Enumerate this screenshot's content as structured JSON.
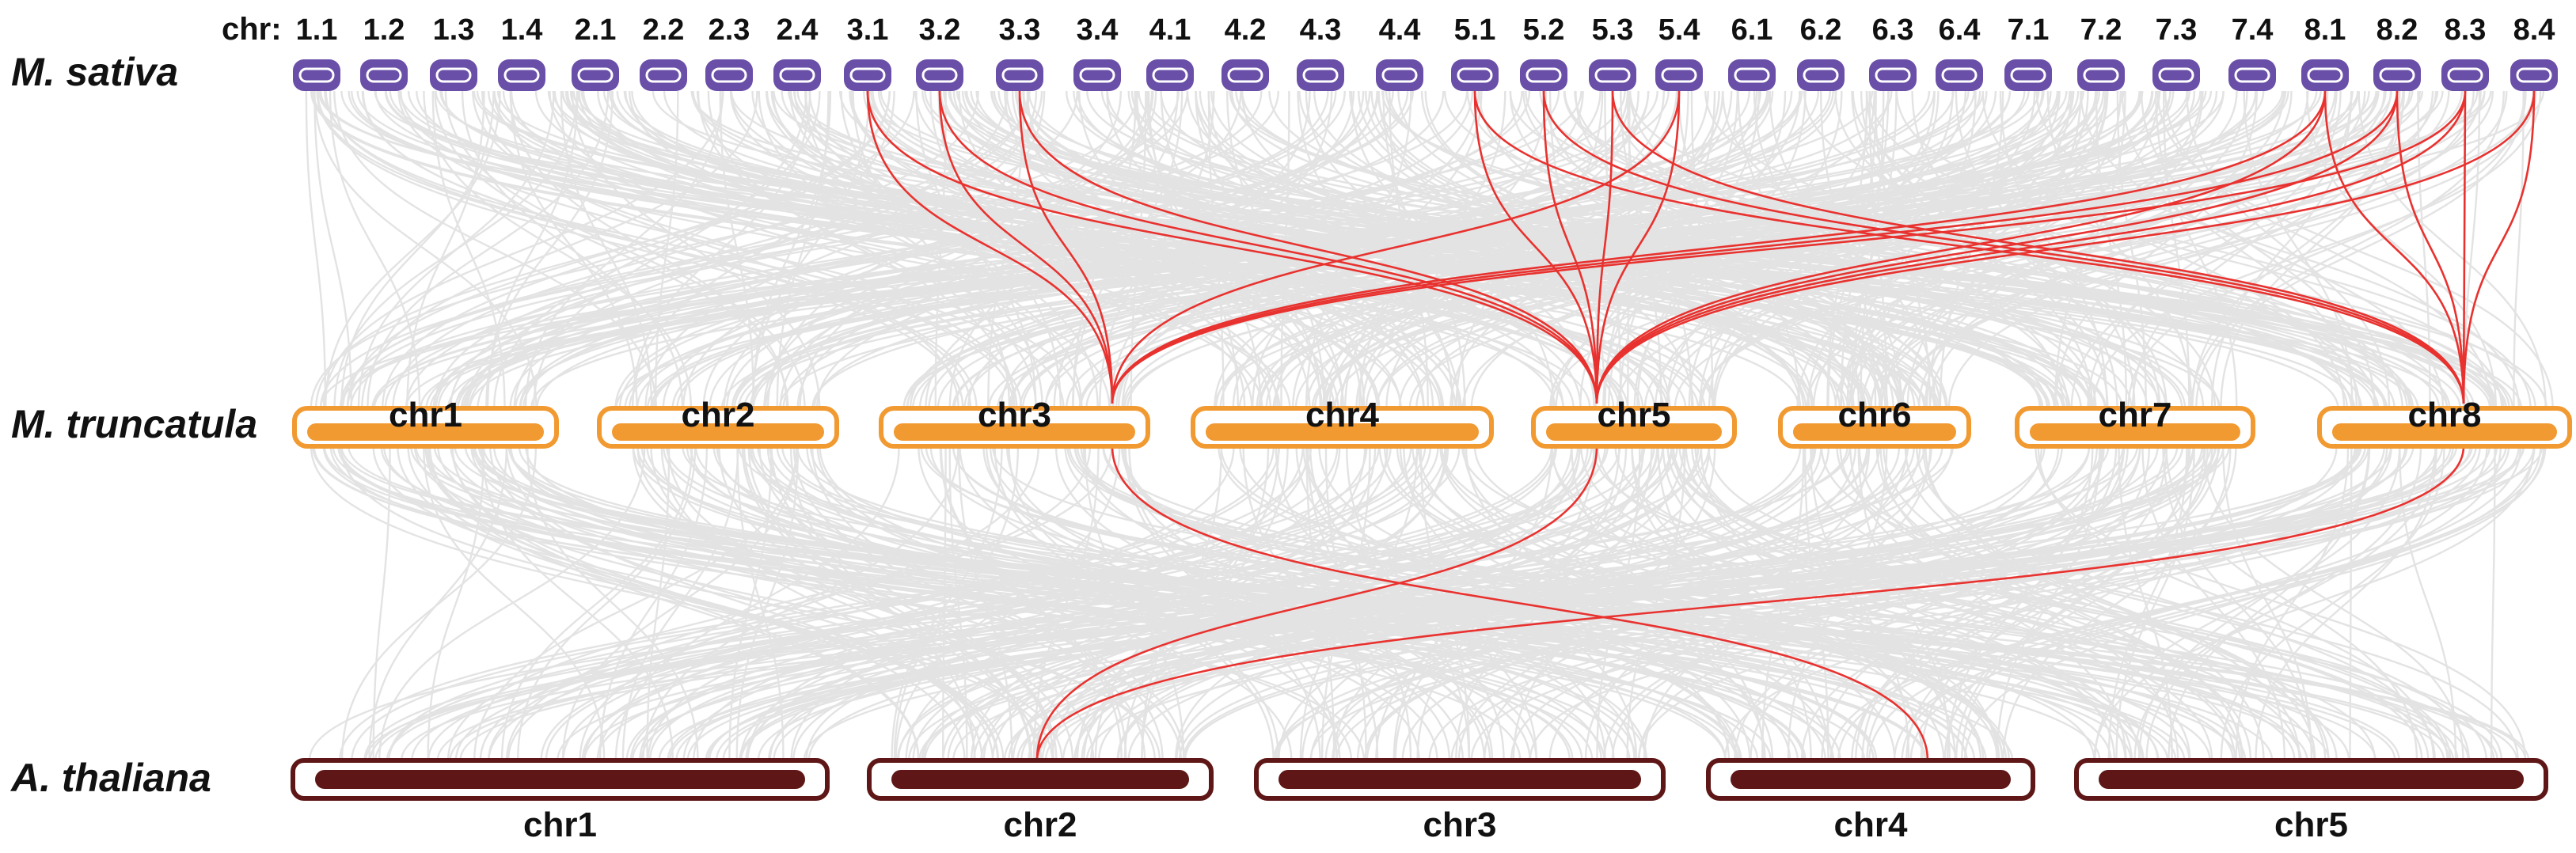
{
  "prefix_label": "chr:",
  "colors": {
    "background_link": "#e3e3e3",
    "highlight_link": "#e8322f",
    "msativa_fill": "#6a4fa8",
    "mtruncatula_fill": "#f29a32",
    "athaliana_fill": "#5e1616"
  },
  "species": [
    {
      "id": "msativa",
      "name": "M. sativa"
    },
    {
      "id": "mtruncatula",
      "name": "M. truncatula"
    },
    {
      "id": "athaliana",
      "name": "A. thaliana"
    }
  ],
  "msativa_chromosomes": [
    "1.1",
    "1.2",
    "1.3",
    "1.4",
    "2.1",
    "2.2",
    "2.3",
    "2.4",
    "3.1",
    "3.2",
    "3.3",
    "3.4",
    "4.1",
    "4.2",
    "4.3",
    "4.4",
    "5.1",
    "5.2",
    "5.3",
    "5.4",
    "6.1",
    "6.2",
    "6.3",
    "6.4",
    "7.1",
    "7.2",
    "7.3",
    "7.4",
    "8.1",
    "8.2",
    "8.3",
    "8.4"
  ],
  "mtruncatula_chromosomes": [
    "chr1",
    "chr2",
    "chr3",
    "chr4",
    "chr5",
    "chr6",
    "chr7",
    "chr8"
  ],
  "athaliana_chromosomes": [
    "chr1",
    "chr2",
    "chr3",
    "chr4",
    "chr5"
  ],
  "highlighted_links": {
    "msativa_to_mtruncatula": [
      {
        "from": "3.1",
        "to": "chr3"
      },
      {
        "from": "3.2",
        "to": "chr3"
      },
      {
        "from": "3.3",
        "to": "chr3"
      },
      {
        "from": "3.1",
        "to": "chr5"
      },
      {
        "from": "3.2",
        "to": "chr5"
      },
      {
        "from": "3.3",
        "to": "chr5"
      },
      {
        "from": "5.1",
        "to": "chr5"
      },
      {
        "from": "5.2",
        "to": "chr5"
      },
      {
        "from": "5.3",
        "to": "chr5"
      },
      {
        "from": "5.4",
        "to": "chr5"
      },
      {
        "from": "5.1",
        "to": "chr8"
      },
      {
        "from": "5.2",
        "to": "chr8"
      },
      {
        "from": "5.3",
        "to": "chr8"
      },
      {
        "from": "5.4",
        "to": "chr3"
      },
      {
        "from": "8.1",
        "to": "chr3"
      },
      {
        "from": "8.2",
        "to": "chr3"
      },
      {
        "from": "8.3",
        "to": "chr3"
      },
      {
        "from": "8.1",
        "to": "chr5"
      },
      {
        "from": "8.2",
        "to": "chr5"
      },
      {
        "from": "8.3",
        "to": "chr5"
      },
      {
        "from": "8.4",
        "to": "chr5"
      },
      {
        "from": "8.1",
        "to": "chr8"
      },
      {
        "from": "8.2",
        "to": "chr8"
      },
      {
        "from": "8.3",
        "to": "chr8"
      },
      {
        "from": "8.4",
        "to": "chr8"
      }
    ],
    "mtruncatula_to_athaliana": [
      {
        "from": "chr3",
        "to": "chr4"
      },
      {
        "from": "chr5",
        "to": "chr2"
      },
      {
        "from": "chr8",
        "to": "chr2"
      }
    ]
  }
}
